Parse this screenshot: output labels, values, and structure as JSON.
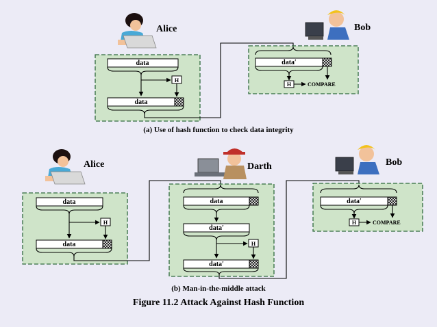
{
  "labels": {
    "alice": "Alice",
    "bob": "Bob",
    "darth": "Darth",
    "data": "data",
    "data_prime": "data′",
    "hash": "H",
    "compare": "COMPARE"
  },
  "captions": {
    "a": "(a) Use of hash function to check data integrity",
    "b": "(b) Man-in-the-middle attack",
    "figure": "Figure 11.2  Attack Against Hash Function"
  },
  "colors": {
    "panel_fill": "#cfe4c9",
    "panel_border": "#2f6a3d",
    "background": "#ecebf6"
  }
}
